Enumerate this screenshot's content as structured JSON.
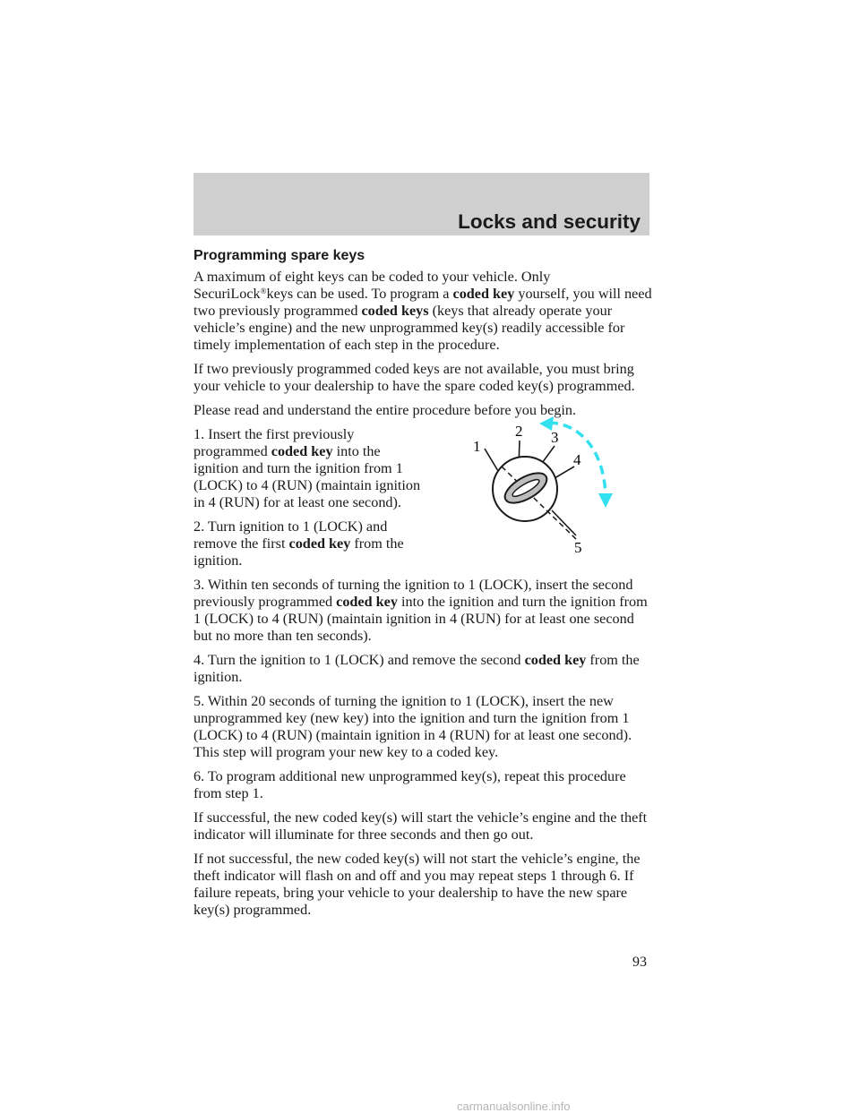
{
  "header": {
    "section_title": "Locks and security"
  },
  "section": {
    "title": "Programming spare keys"
  },
  "para1": {
    "text1": "A maximum of eight keys can be coded to your vehicle. Only SecuriLock",
    "trademark": "®",
    "text2": "keys can be used. To program a",
    "bold1": "coded key",
    "text3": "yourself, you will need two previously programmed",
    "bold2": "coded keys",
    "text4": "(keys that already operate your vehicle’s engine) and the new unprogrammed key(s) readily accessible for timely implementation of each step in the procedure."
  },
  "para2": "If two previously programmed coded keys are not available, you must bring your vehicle to your dealership to have the spare coded key(s) programmed.",
  "para3": "Please read and understand the entire procedure before you begin.",
  "step1": {
    "pre": "1. Insert the first previously programmed",
    "bold": "coded key",
    "post": "into the ignition and turn the ignition from 1 (LOCK) to 4 (RUN) (maintain ignition in 4 (RUN) for at least one second)."
  },
  "step2": {
    "pre": "2. Turn ignition to 1 (LOCK) and remove the first",
    "bold": "coded key",
    "post": "from the ignition."
  },
  "step3": {
    "pre": "3. Within ten seconds of turning the ignition to 1 (LOCK), insert the second previously programmed",
    "bold": "coded key",
    "post": "into the ignition and turn the ignition from 1 (LOCK) to 4 (RUN) (maintain ignition in 4 (RUN) for at least one second but no more than ten seconds)."
  },
  "step4": {
    "pre": "4. Turn the ignition to 1 (LOCK) and remove the second",
    "bold": "coded key",
    "post": "from the ignition."
  },
  "step5": "5. Within 20 seconds of turning the ignition to 1 (LOCK), insert the new unprogrammed key (new key) into the ignition and turn the ignition from 1 (LOCK) to 4 (RUN) (maintain ignition in 4 (RUN) for at least one second). This step will program your new key to a coded key.",
  "step6": "6. To program additional new unprogrammed key(s), repeat this procedure from step 1.",
  "para_success": "If successful, the new coded key(s) will start the vehicle’s engine and the theft indicator will illuminate for three seconds and then go out.",
  "para_fail": "If not successful, the new coded key(s) will not start the vehicle’s engine, the theft indicator will flash on and off and you may repeat steps 1 through 6. If failure repeats, bring your vehicle to your dealership to have the new spare key(s) programmed.",
  "figure": {
    "positions": [
      "1",
      "2",
      "3",
      "4",
      "5"
    ],
    "arrow_color": "#33e0f0"
  },
  "page_number": "93",
  "watermark": "carmanualsonline.info"
}
